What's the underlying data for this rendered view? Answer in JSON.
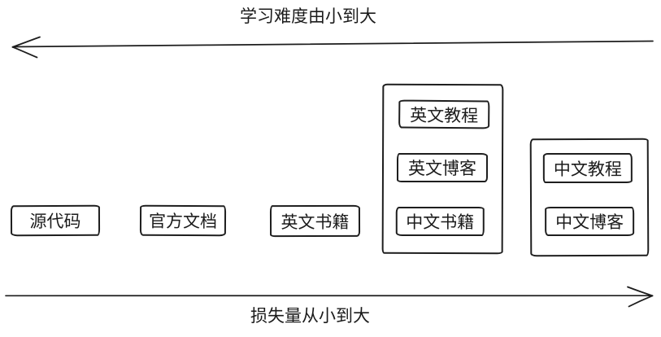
{
  "diagram": {
    "axes": {
      "difficulty": {
        "label": "学习难度由小到大",
        "direction": "left"
      },
      "loss": {
        "label": "损失量从小到大",
        "direction": "right"
      }
    },
    "standalone_nodes": [
      {
        "label": "源代码"
      },
      {
        "label": "官方文档"
      },
      {
        "label": "英文书籍"
      }
    ],
    "groups": [
      {
        "items": [
          {
            "label": "英文教程"
          },
          {
            "label": "英文博客"
          },
          {
            "label": "中文书籍"
          }
        ]
      },
      {
        "items": [
          {
            "label": "中文教程"
          },
          {
            "label": "中文博客"
          }
        ]
      }
    ],
    "colors": {
      "stroke": "#1e1e1e",
      "background": "#ffffff"
    }
  }
}
